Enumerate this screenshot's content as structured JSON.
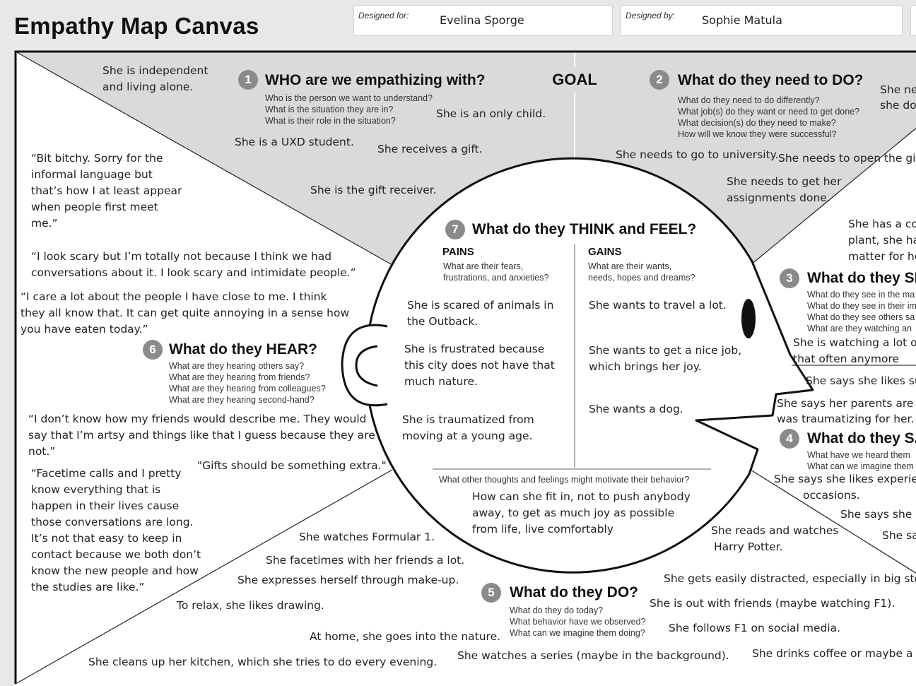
{
  "header": {
    "title": "Empathy Map Canvas",
    "designed_for_label": "Designed for:",
    "designed_for_value": "Evelina Sporge",
    "designed_by_label": "Designed by:",
    "designed_by_value": "Sophie Matula"
  },
  "goal": "GOAL",
  "sections": {
    "who": {
      "num": "1",
      "title": "WHO are we empathizing with?",
      "q1": "Who is the person we want to understand?",
      "q2": "What is the situation they are in?",
      "q3": "What is their role in the situation?"
    },
    "do_need": {
      "num": "2",
      "title": "What do they need to DO?",
      "q1": "What do they need to do differently?",
      "q2": "What job(s) do they want or need to get done?",
      "q3": "What decision(s) do they need to make?",
      "q4": "How will we know they were successful?"
    },
    "see": {
      "num": "3",
      "title": "What do they SE",
      "q1": "What do they see in the ma",
      "q2": "What do they see in their im",
      "q3": "What do they see others sa",
      "q4": "What are they watching an"
    },
    "say": {
      "num": "4",
      "title": "What do they SA",
      "q1": "What have we heard them",
      "q2": "What can we imagine them"
    },
    "do": {
      "num": "5",
      "title": "What do they DO?",
      "q1": "What do they do today?",
      "q2": "What behavior have we observed?",
      "q3": "What can we imagine them doing?"
    },
    "hear": {
      "num": "6",
      "title": "What do they HEAR?",
      "q1": "What are they hearing others say?",
      "q2": "What are they hearing from friends?",
      "q3": "What are they hearing from colleagues?",
      "q4": "What are they hearing second-hand?"
    },
    "think": {
      "num": "7",
      "title": "What do they THINK and FEEL?",
      "pains_title": "PAINS",
      "pains_q1": "What are their fears,",
      "pains_q2": "frustrations, and anxieties?",
      "gains_title": "GAINS",
      "gains_q1": "What are their wants,",
      "gains_q2": "needs, hopes and dreams?",
      "other_q": "What other thoughts and feelings might motivate their behavior?"
    }
  },
  "notes": {
    "who": [
      "She is independent",
      "and living alone.",
      "She is an only child.",
      "She is a UXD student.",
      "She receives a gift.",
      "She is the gift receiver."
    ],
    "need": [
      "She ne",
      "she do",
      "She needs to go to university.",
      "She needs to open the gift",
      "She needs to get her",
      "assignments done."
    ],
    "see": [
      "She has a col",
      "plant, she ha",
      "matter for he",
      "She is watching a lot of",
      "that often anymore"
    ],
    "say": [
      "She says she likes sur",
      "She says her parents are d",
      "was traumatizing for her.",
      "She says she likes experien",
      "occasions.",
      "She says she d",
      "She sa"
    ],
    "hear": [
      "“Bit bitchy. Sorry for the",
      "informal language but",
      "that’s how I at least appear",
      "when people first meet",
      "me.”",
      "“I look scary but I’m totally not because I think we had",
      "conversations about it. I look scary and intimidate people.”",
      "“I care a lot about the people I have close to me. I think",
      "they all know that. It can get quite annoying in a sense how",
      "you have eaten today.”",
      "“I don’t know how my friends would describe me. They would",
      "say that I’m artsy and things like that I guess because they are",
      "not.”",
      "\"Gifts should be something extra.\"",
      "“Facetime calls and I pretty",
      "know everything that is",
      "happen in their lives cause",
      "those conversations are long.",
      "It’s not that easy to keep in",
      "contact because we both don’t",
      "know the new people and how",
      "the studies are like.”"
    ],
    "do": [
      "She watches Formular 1.",
      "She facetimes with her friends a lot.",
      "She expresses herself through make-up.",
      "To relax, she likes drawing.",
      "At home, she goes into the nature.",
      "She cleans up her kitchen, which she tries to do every evening.",
      "She watches a series (maybe in the background).",
      "She reads and watches",
      "Harry Potter.",
      "She gets easily distracted, especially in big stores",
      "She is out with friends (maybe watching F1).",
      "She follows F1 on social media.",
      "She drinks coffee or maybe a h"
    ],
    "pains": [
      "She is scared of animals in",
      "the Outback.",
      "She is frustrated because",
      "this city does not have that",
      "much nature.",
      "She is traumatized from",
      "moving at a young age."
    ],
    "gains": [
      "She wants to travel a lot.",
      "She wants to get a nice job,",
      "which brings her joy.",
      "She wants a dog."
    ],
    "other": [
      "How can she fit in, not to push anybody",
      "away, to get as much joy as possible",
      "from life, live comfortably"
    ]
  }
}
